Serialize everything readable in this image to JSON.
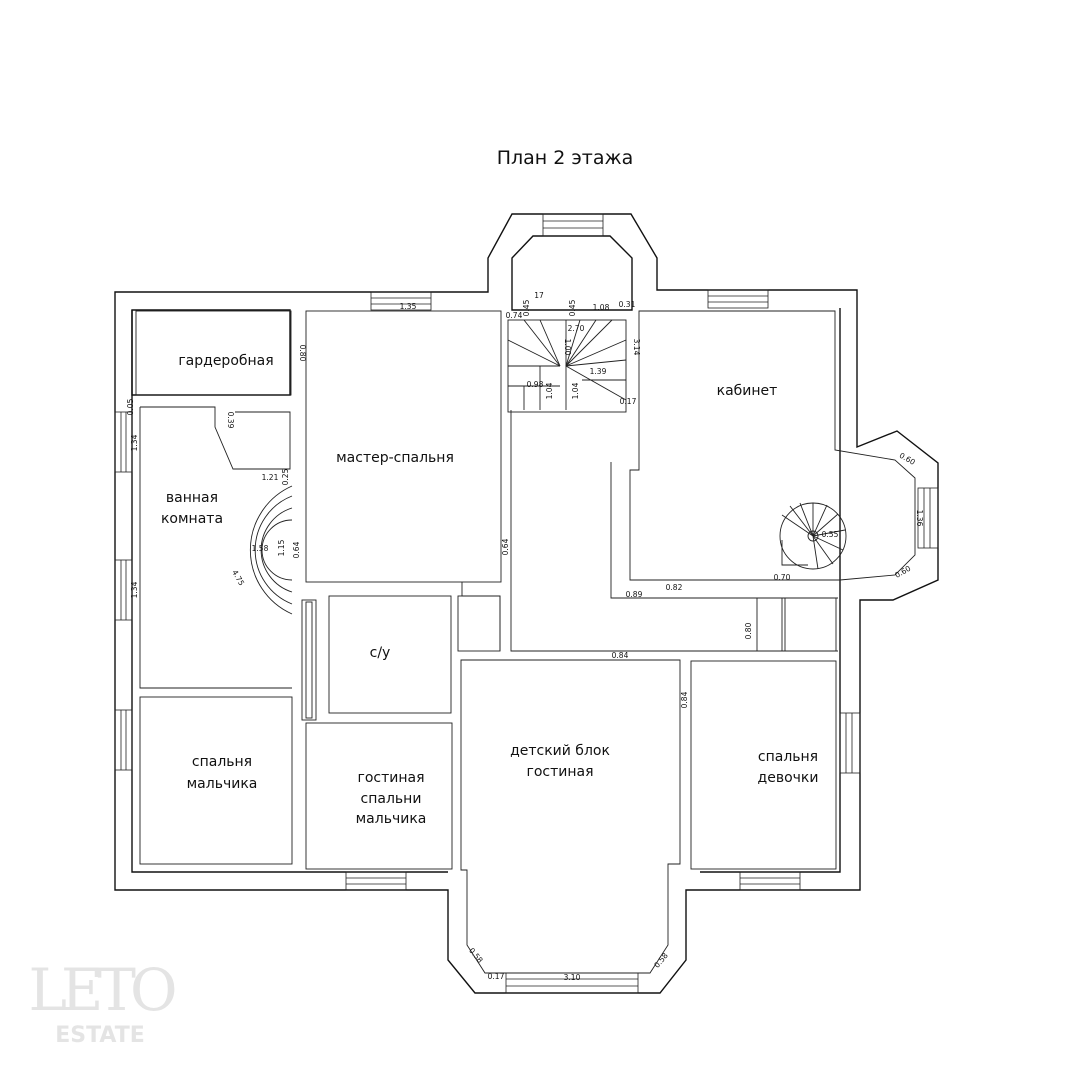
{
  "title": "План 2 этажа",
  "rooms": {
    "wardrobe": "гардеробная",
    "master_bedroom": "мастер-спальня",
    "office": "кабинет",
    "bathroom_1": "ванная",
    "bathroom_2": "комната",
    "wc": "с/у",
    "boy_bedroom_1": "спальня",
    "boy_bedroom_2": "мальчика",
    "boy_living_1": "гостиная",
    "boy_living_2": "спальни",
    "boy_living_3": "мальчика",
    "kids_block_1": "детский блок",
    "kids_block_2": "гостиная",
    "girl_bedroom_1": "спальня",
    "girl_bedroom_2": "девочки"
  },
  "dimensions": {
    "d_135": "1.35",
    "d_080": "0.80",
    "d_005": "0.05",
    "d_134a": "1.34",
    "d_134b": "1.34",
    "d_039": "0.39",
    "d_121": "1.21",
    "d_025": "0.25",
    "d_158": "1.58",
    "d_115": "1.15",
    "d_064a": "0.64",
    "d_475": "4.75",
    "d_064b": "0.64",
    "d_017a": "17",
    "d_074": "0.74",
    "d_045a": "0.45",
    "d_045b": "0.45",
    "d_108": "1.08",
    "d_031": "0.31",
    "d_270": "2.70",
    "d_100": "1.00",
    "d_314": "3.14",
    "d_098": "0.98",
    "d_104a": "1.04",
    "d_104b": "1.04",
    "d_139": "1.39",
    "d_017b": "0.17",
    "d_060a": "0.60",
    "d_136": "1.36",
    "d_060b": "0.60",
    "d_055": "0.55",
    "d_070": "0.70",
    "d_082": "0.82",
    "d_089": "0.89",
    "d_080b": "0.80",
    "d_084a": "0.84",
    "d_084b": "0.84",
    "d_058a": "0.58",
    "d_017c": "0.17",
    "d_310": "3.10",
    "d_058b": "0.58"
  },
  "watermark": {
    "logo": "LETO",
    "sub": "ESTATE"
  }
}
